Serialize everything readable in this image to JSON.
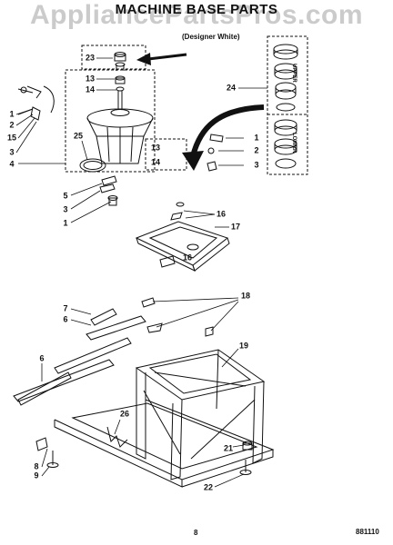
{
  "title": "MACHINE BASE PARTS",
  "watermark": "AppliancePartsPros.com",
  "subtitle": "(Designer White)",
  "side_labels": {
    "upper": "UPPER",
    "lower": "LOWER"
  },
  "callouts": [
    "23",
    "13",
    "14",
    "24",
    "1",
    "2",
    "15",
    "3",
    "4",
    "25",
    "13",
    "14",
    "1",
    "2",
    "3",
    "5",
    "3",
    "1",
    "16",
    "17",
    "16",
    "7",
    "6",
    "18",
    "6",
    "19",
    "26",
    "21",
    "8",
    "9",
    "22"
  ],
  "page_number": "8",
  "doc_number": "881110"
}
